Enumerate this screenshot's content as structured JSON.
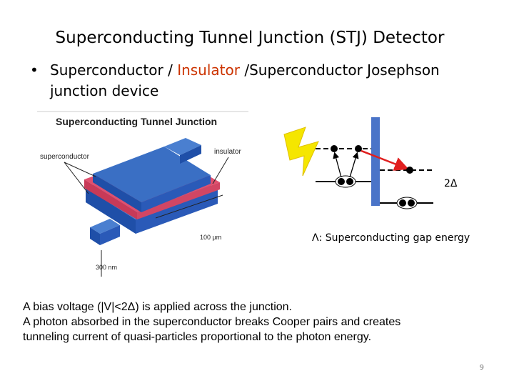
{
  "slide": {
    "title": "Superconducting Tunnel Junction (STJ) Detector",
    "bullet": {
      "marker": "•",
      "part1": "Superconductor / ",
      "insulator": "Insulator",
      "part2": " /Superconductor Josephson junction device"
    },
    "figure": {
      "heading": "Superconducting Tunnel Junction",
      "label_superconductor": "superconductor",
      "label_insulator": "insulator",
      "dim_width": "100 μm",
      "dim_thickness": "300 nm"
    },
    "band_diagram": {
      "gap_label": "2Δ"
    },
    "gap_caption": "Λ: Superconducting gap energy",
    "paragraph": [
      "A bias voltage (|V|<2Δ) is applied across the junction.",
      "A photon absorbed in the superconductor breaks Cooper pairs and creates",
      "tunneling current of quasi-particles proportional to the photon energy."
    ],
    "page_number": "9"
  },
  "colors": {
    "block_blue": "#3a6fc4",
    "insulator_red": "#e0506e",
    "barrier_blue": "#4a74c8",
    "arrow_red": "#e02020",
    "lightning": "#f5e600"
  }
}
